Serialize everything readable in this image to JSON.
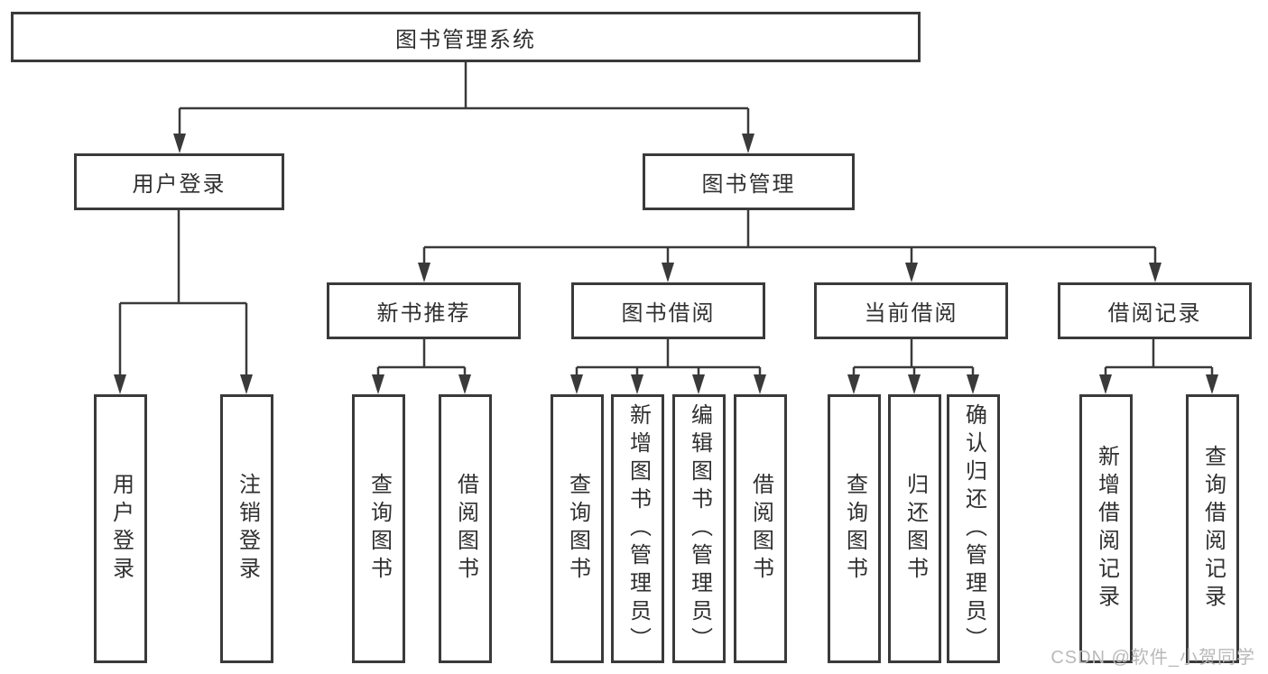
{
  "page": {
    "background": "#ffffff",
    "watermark": "CSDN @软件_小贺同学",
    "watermark_color": "#b9b9b9"
  },
  "colors": {
    "line": "#3a3a3a",
    "text": "#303030",
    "box_background": "#ffffff"
  },
  "diagram": {
    "root": {
      "label": "图书管理系统"
    },
    "level2": [
      {
        "label": "用户登录"
      },
      {
        "label": "图书管理"
      }
    ],
    "level3": [
      {
        "label": "新书推荐"
      },
      {
        "label": "图书借阅"
      },
      {
        "label": "当前借阅"
      },
      {
        "label": "借阅记录"
      }
    ],
    "leaves": {
      "user_login": [
        {
          "label": "用户登录"
        },
        {
          "label": "注销登录"
        }
      ],
      "new_book_recommend": [
        {
          "label": "查询图书"
        },
        {
          "label": "借阅图书"
        }
      ],
      "book_borrow": [
        {
          "label": "查询图书"
        },
        {
          "label": "新增图书（管理员）"
        },
        {
          "label": "编辑图书（管理员）"
        },
        {
          "label": "借阅图书"
        }
      ],
      "current_borrow": [
        {
          "label": "查询图书"
        },
        {
          "label": "归还图书"
        },
        {
          "label": "确认归还（管理员）"
        }
      ],
      "borrow_records": [
        {
          "label": "新增借阅记录"
        },
        {
          "label": "查询借阅记录"
        }
      ]
    }
  }
}
